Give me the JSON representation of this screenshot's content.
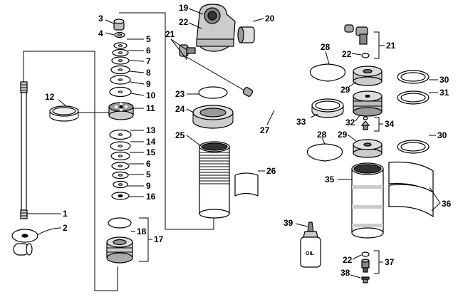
{
  "diagram": {
    "labels": {
      "l1": "1",
      "l2": "2",
      "l3": "3",
      "l4": "4",
      "l5a": "5",
      "l5b": "5",
      "l6a": "6",
      "l6b": "6",
      "l7": "7",
      "l8": "8",
      "l9a": "9",
      "l9b": "9",
      "l10": "10",
      "l11": "11",
      "l12": "12",
      "l13": "13",
      "l14": "14",
      "l15": "15",
      "l16": "16",
      "l17": "17",
      "l18": "18",
      "l19": "19",
      "l20": "20",
      "l21a": "21",
      "l21b": "21",
      "l22a": "22",
      "l22b": "22",
      "l22c": "22",
      "l23": "23",
      "l24": "24",
      "l25": "25",
      "l26": "26",
      "l27": "27",
      "l28a": "28",
      "l28b": "28",
      "l29a": "29",
      "l29b": "29",
      "l30a": "30",
      "l30b": "30",
      "l31": "31",
      "l32": "32",
      "l33": "33",
      "l34": "34",
      "l35": "35",
      "l36": "36",
      "l37": "37",
      "l38": "38",
      "l39": "39"
    },
    "bottle_text": "OIL",
    "colors": {
      "line": "#000000",
      "part_fill": "#ffffff",
      "shade": "#cccccc",
      "dark": "#555555"
    }
  }
}
